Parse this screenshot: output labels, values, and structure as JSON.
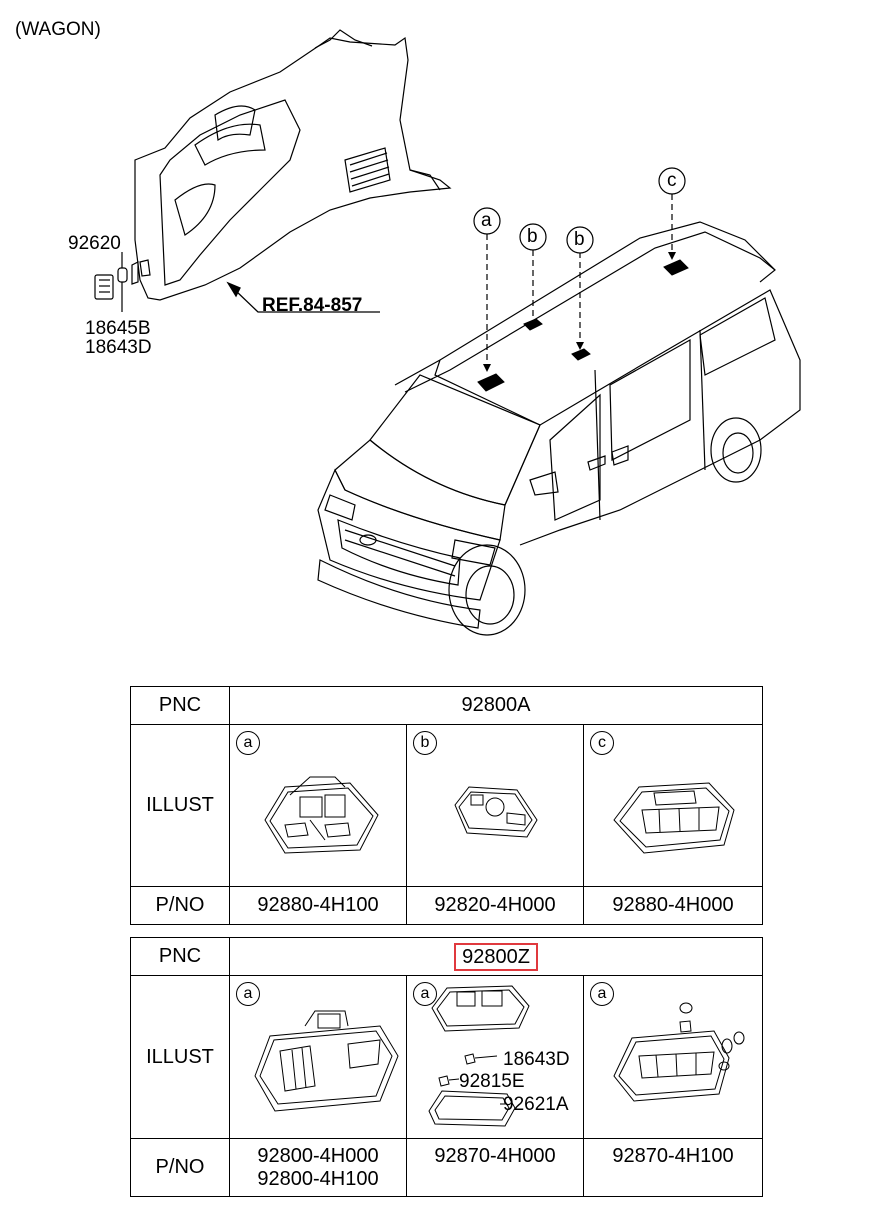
{
  "diagram": {
    "variant": "(WAGON)",
    "ref": "REF.84-857",
    "left_parts": [
      "92620",
      "18645B",
      "18643D"
    ],
    "location_markers": [
      "a",
      "b",
      "b",
      "c"
    ]
  },
  "table1": {
    "pnc_label": "PNC",
    "pnc_value": "92800A",
    "illust_label": "ILLUST",
    "pno_label": "P/NO",
    "cells": [
      {
        "marker": "a",
        "pno": "92880-4H100"
      },
      {
        "marker": "b",
        "pno": "92820-4H000"
      },
      {
        "marker": "c",
        "pno": "92880-4H000"
      }
    ]
  },
  "table2": {
    "pnc_label": "PNC",
    "pnc_value": "92800Z",
    "illust_label": "ILLUST",
    "pno_label": "P/NO",
    "cells": [
      {
        "marker": "a",
        "pno": [
          "92800-4H000",
          "92800-4H100"
        ],
        "callouts": []
      },
      {
        "marker": "a",
        "pno": [
          "92870-4H000"
        ],
        "callouts": [
          "18643D",
          "92815E",
          "92621A"
        ]
      },
      {
        "marker": "a",
        "pno": [
          "92870-4H100"
        ],
        "callouts": []
      }
    ]
  },
  "colors": {
    "highlight": "#e0393e",
    "line": "#000000"
  }
}
